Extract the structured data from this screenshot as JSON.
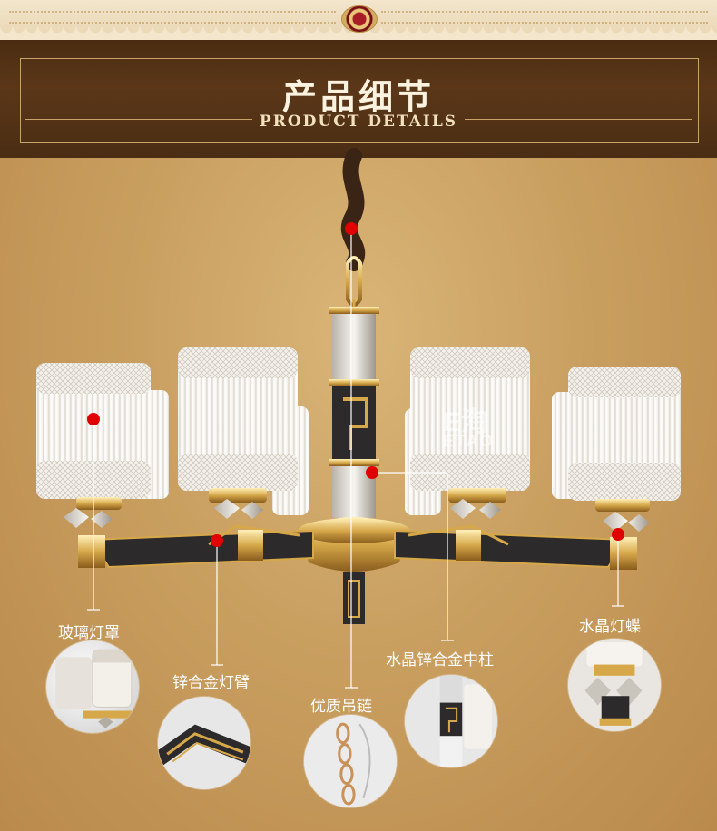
{
  "header": {
    "title_cn": "产品细节",
    "title_en": "PRODUCT DETAILS"
  },
  "watermark": {
    "logo": "E淘",
    "text": "ETAO"
  },
  "callouts": [
    {
      "id": "glass-shade",
      "label": "玻璃灯罩"
    },
    {
      "id": "zinc-arm",
      "label": "锌合金灯臂"
    },
    {
      "id": "chain",
      "label": "优质吊链"
    },
    {
      "id": "center-column",
      "label": "水晶锌合金中柱"
    },
    {
      "id": "crystal-cup",
      "label": "水晶灯蝶"
    }
  ],
  "colors": {
    "banner": "#4f3015",
    "background": "#c99f60",
    "marker": "#e10000",
    "gold": "#d6a84a"
  }
}
